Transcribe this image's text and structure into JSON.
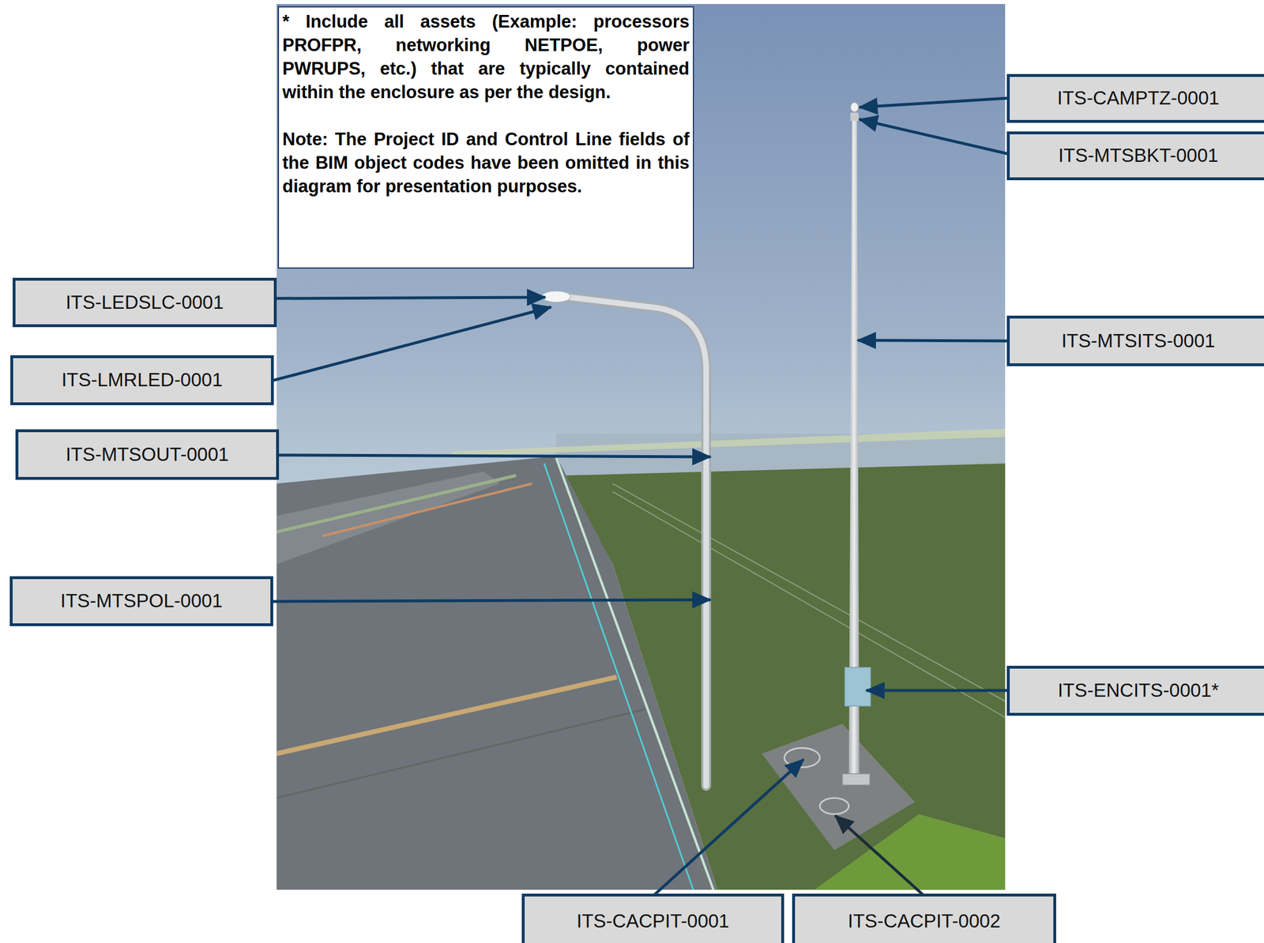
{
  "diagram": {
    "nodes": [
      {
        "text": [
          "* Include all assets (Example: processors PROFPR, networking NETPOE, power PWRUPS, etc.) that are typically contained within the enclosure as per the design.",
          "Note: The Project ID and Control Line fields of the BIM object codes have been omitted in this diagram for presentation purposes."
        ]
      },
      {
        "text": [
          "ITS-CAMPTZ-0001"
        ]
      },
      {
        "text": [
          "ITS-MTSBKT-0001"
        ]
      },
      {
        "text": [
          "ITS-LEDSLC-0001"
        ]
      },
      {
        "text": [
          "ITS-MTSITS-0001"
        ]
      },
      {
        "text": [
          "ITS-LMRLED-0001"
        ]
      },
      {
        "text": [
          "ITS-MTSOUT-0001"
        ]
      },
      {
        "text": [
          "ITS-MTSPOL-0001"
        ]
      },
      {
        "text": [
          "ITS-ENCITS-0001*"
        ]
      },
      {
        "text": [
          "ITS-CACPIT-0001"
        ]
      },
      {
        "text": [
          "ITS-CACPIT-0002"
        ]
      }
    ]
  }
}
